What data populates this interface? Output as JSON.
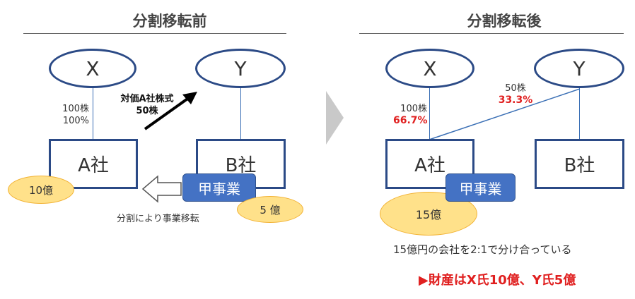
{
  "left": {
    "title": "分割移転前",
    "x_label": "X",
    "y_label": "Y",
    "a_label": "A社",
    "b_label": "B社",
    "a_shares_count": "100株",
    "a_shares_pct": "100%",
    "consideration_line1": "対価A社株式",
    "consideration_line2": "50株",
    "a_value": "10億",
    "business": "甲事業",
    "business_value": "5 億",
    "transfer_note": "分割により事業移転"
  },
  "right": {
    "title": "分割移転後",
    "x_label": "X",
    "y_label": "Y",
    "a_label": "A社",
    "b_label": "B社",
    "x_shares_count": "100株",
    "x_shares_pct": "66.7%",
    "y_shares_count": "50株",
    "y_shares_pct": "33.3%",
    "business": "甲事業",
    "a_value": "15億",
    "summary": "15億円の会社を2:1で分け合っている",
    "conclusion": "▶財産はX氏10億、Y氏5億"
  },
  "colors": {
    "box_border": "#2b4a86",
    "line": "#3a6fb5",
    "gold_fill": "#ffe18a",
    "business_fill": "#4472c4",
    "accent_red": "#e02020"
  }
}
